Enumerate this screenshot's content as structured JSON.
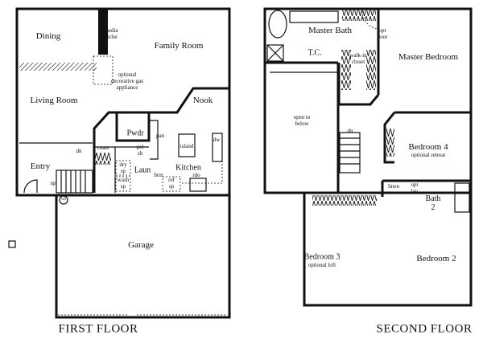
{
  "first_floor": {
    "title": "FIRST FLOOR",
    "rooms": {
      "dining": "Dining",
      "media_niche": "media niche",
      "family_room": "Family Room",
      "optional_gas": "optional decorative gas appliance",
      "living_room": "Living Room",
      "nook": "Nook",
      "pwdr": "Pwdr",
      "pan": "pan",
      "island": "island",
      "dw": "dw",
      "coats": "coats",
      "pel_sh": "pel sh",
      "dn": "dn",
      "entry": "Entry",
      "up": "up",
      "dry_sp": "dry sp",
      "wash_sp": "wash sp",
      "laun": "Laun",
      "brm": "brm",
      "ref_sp": "ref sp",
      "rdo": "rdo",
      "kitchen": "Kitchen",
      "wh": "wh",
      "garage": "Garage"
    }
  },
  "second_floor": {
    "title": "SECOND FLOOR",
    "rooms": {
      "master_bath": "Master Bath",
      "opt_door": "opt door",
      "tc": "T.C.",
      "walk_in_closet": "walk-in closet",
      "master_bedroom": "Master Bedroom",
      "open_to_below": "open to below",
      "dn": "dn",
      "bedroom4": "Bedroom 4",
      "bedroom4_note": "optional retreat",
      "linen": "linen",
      "opt_lav": "opt lav",
      "bath2": "Bath 2",
      "bedroom3": "Bedroom 3",
      "bedroom3_note": "optional loft",
      "bedroom2": "Bedroom 2"
    }
  }
}
